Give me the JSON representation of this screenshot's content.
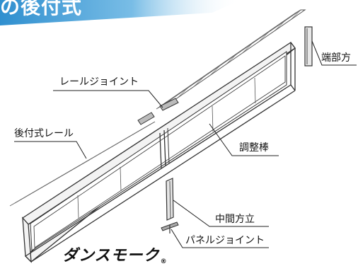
{
  "header": {
    "title": "の後付式"
  },
  "labels": {
    "end_cap": "端部方",
    "rail_joint": "レールジョイント",
    "rear_rail": "後付式レール",
    "adjust_bar": "調整棒",
    "center_post": "中間方立",
    "panel_joint": "パネルジョイント"
  },
  "brand": {
    "name": "ダンスモーク",
    "mark": "®"
  },
  "colors": {
    "header_gradient_start": "#2f8fcf",
    "header_gradient_end": "#ffffff",
    "line": "#333333",
    "text": "#111111"
  }
}
